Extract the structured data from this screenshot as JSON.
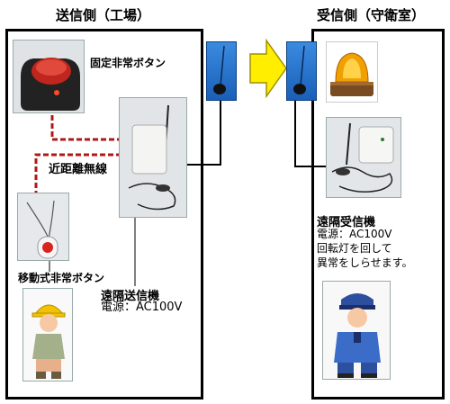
{
  "left_section": {
    "title": "送信側（工場）"
  },
  "right_section": {
    "title": "受信側（守衛室）"
  },
  "fixed_button": {
    "label": "固定非常ボタン"
  },
  "near_wireless": {
    "label": "近距離無線"
  },
  "mobile_button": {
    "label": "移動式非常ボタン"
  },
  "transmitter": {
    "label": "遠隔送信機",
    "power": "電源：AC100V"
  },
  "receiver": {
    "label": "遠隔受信機",
    "power": "電源：AC100V",
    "desc_line1": "回転灯を回して",
    "desc_line2": "異常をしらせます。"
  },
  "colors": {
    "dashed_red": "#b01818",
    "arrow_yellow": "#ffee00",
    "antenna_blue": "#2a78d0"
  }
}
